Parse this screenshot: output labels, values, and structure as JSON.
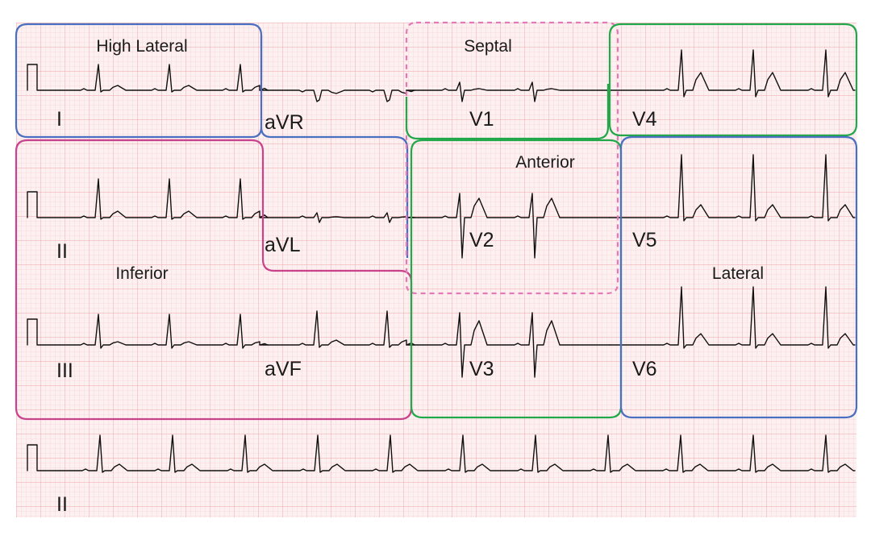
{
  "colors": {
    "paper": "#fdf0f0",
    "grid_minor": "#f6c9cc",
    "grid_major": "#eea3a9",
    "trace": "#111111",
    "box_blue": "#4a6fc0",
    "box_magenta": "#c8428c",
    "box_green": "#22a84a",
    "box_pink_dashed": "#e27ab8"
  },
  "leads": {
    "i": "I",
    "avr": "aVR",
    "v1": "V1",
    "v4": "V4",
    "ii": "II",
    "avl": "aVL",
    "v2": "V2",
    "v5": "V5",
    "iii": "III",
    "avf": "aVF",
    "v3": "V3",
    "v6": "V6",
    "rhythm": "II"
  },
  "regions": {
    "high_lateral": "High Lateral",
    "septal": "Septal",
    "anterior": "Anterior",
    "inferior": "Inferior",
    "lateral": "Lateral"
  }
}
